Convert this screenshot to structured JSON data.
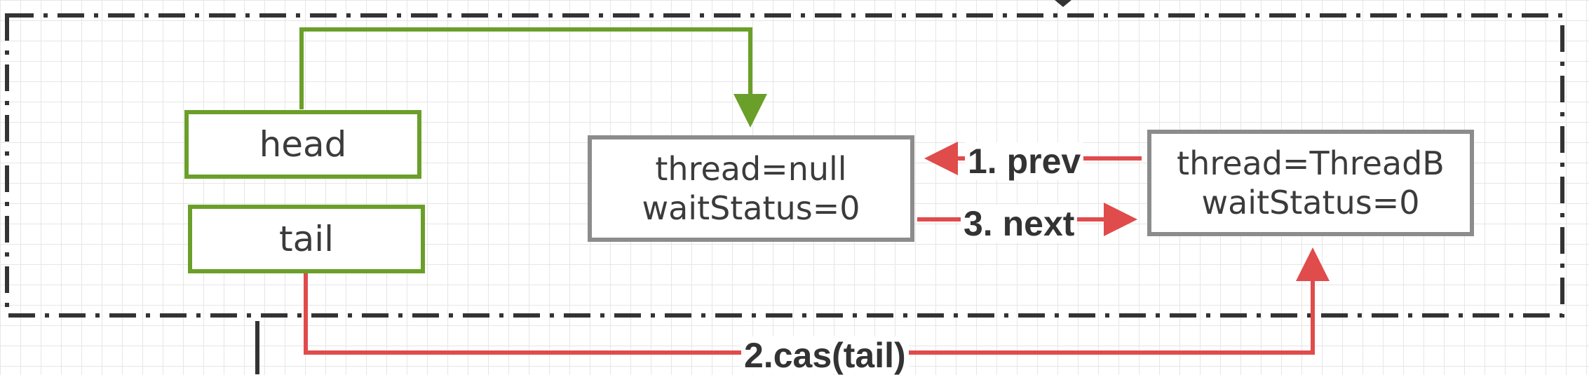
{
  "nodes": {
    "head": "head",
    "tail": "tail",
    "node1": {
      "thread": "thread=null",
      "waitStatus": "waitStatus=0"
    },
    "node2": {
      "thread": "thread=ThreadB",
      "waitStatus": "waitStatus=0"
    }
  },
  "edges": {
    "prev": "1. prev",
    "cas": "2.cas(tail)",
    "next": "3. next"
  },
  "colors": {
    "green": "#6a9f2a",
    "red": "#e04b4b",
    "gray_border": "#8c8c8c",
    "frame": "#333333"
  }
}
